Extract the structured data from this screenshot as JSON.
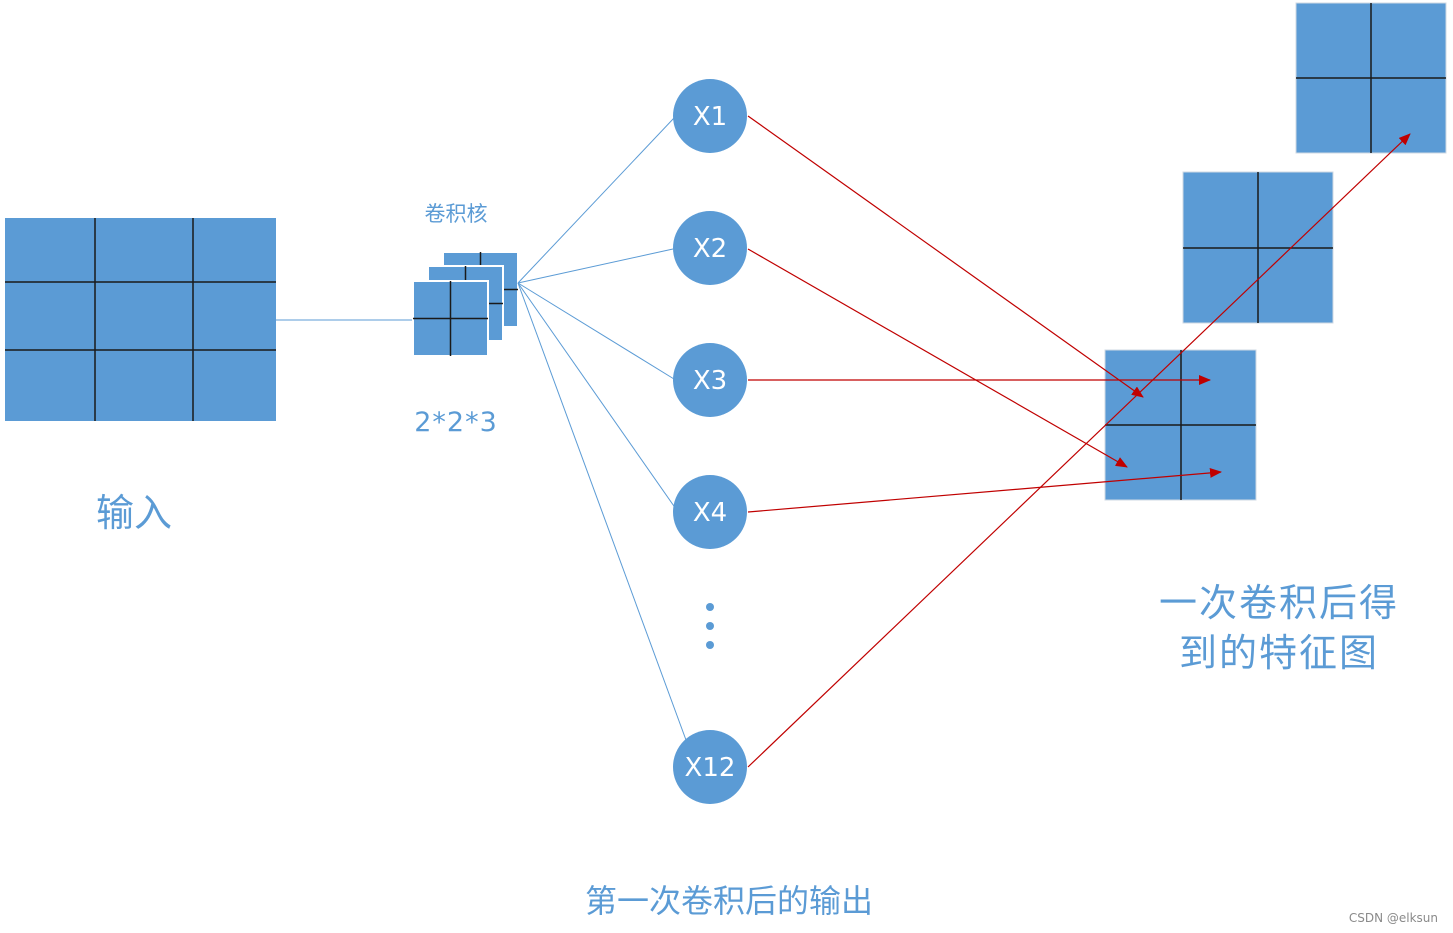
{
  "colors": {
    "accent": "#5B9BD5",
    "arrow": "#C00000",
    "grid_line": "#1A1A1A",
    "label": "#5B9BD5"
  },
  "input": {
    "label": "输入"
  },
  "kernel": {
    "label": "卷积核",
    "size": "2*2*3"
  },
  "nodes": [
    {
      "label": "X1"
    },
    {
      "label": "X2"
    },
    {
      "label": "X3"
    },
    {
      "label": "X4"
    },
    {
      "label": "X12"
    }
  ],
  "feature_map": {
    "label_line1": "一次卷积后得",
    "label_line2": "到的特征图"
  },
  "caption": "第一次卷积后的输出",
  "watermark": "CSDN @elksun"
}
